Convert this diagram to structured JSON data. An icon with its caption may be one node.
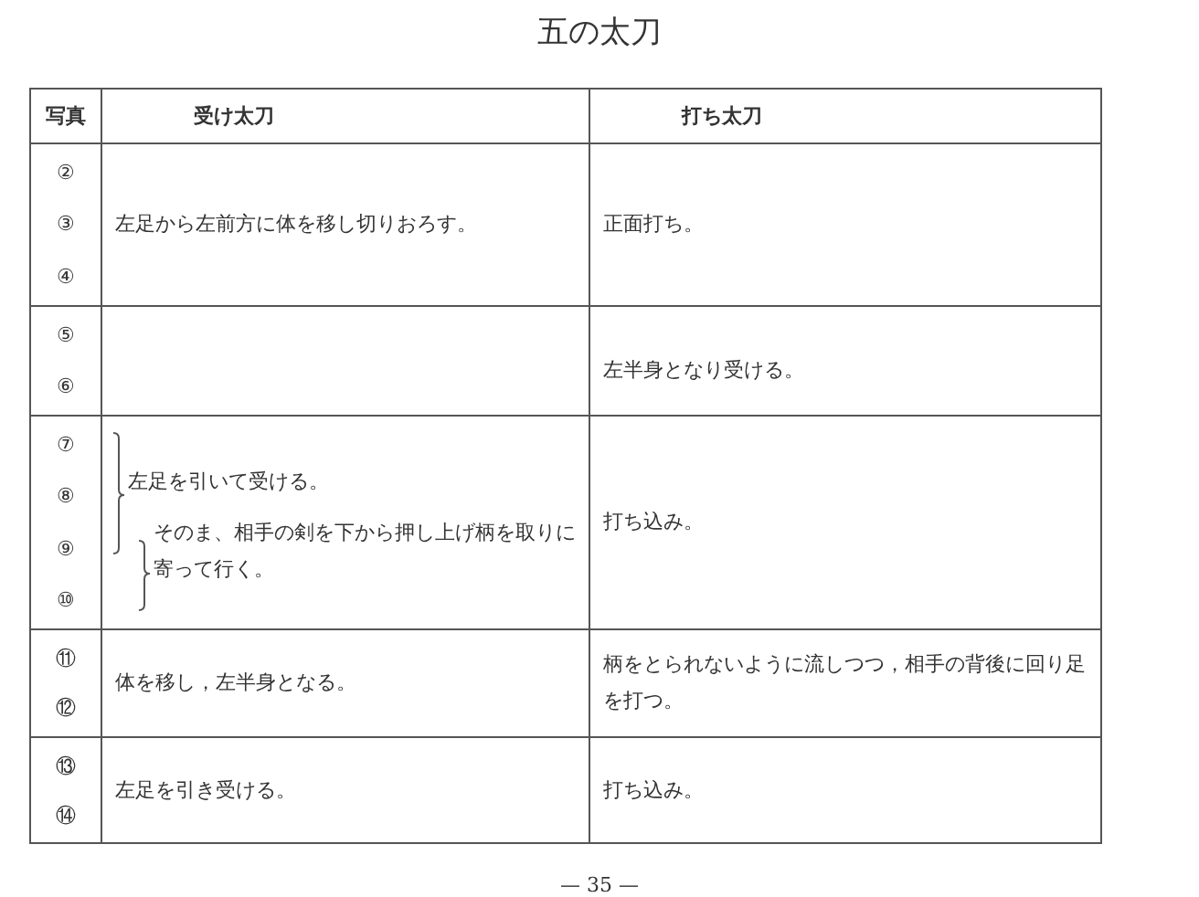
{
  "diagram": {
    "title": "五の太刀",
    "labels": [
      "写真",
      "受け太刀",
      "打ち太刀",
      "②",
      "③",
      "④",
      "左足から左前方に体を移し切りおろす。",
      "正面打ち。",
      "⑤",
      "⑥",
      "左半身となり受ける。",
      "⑦",
      "⑧",
      "⑨",
      "⑩",
      "左足を引いて受ける。",
      "そのま、相手の剣を下から押し上げ柄を取りに寄って行く。",
      "打ち込み。",
      "⑪",
      "⑫",
      "体を移し，左半身となる。",
      "柄をとられないように流しつつ，相手の背後に回り足を打つ。",
      "⑬",
      "⑭",
      "左足を引き受ける。",
      "打ち込み。",
      "— 35 —"
    ]
  }
}
